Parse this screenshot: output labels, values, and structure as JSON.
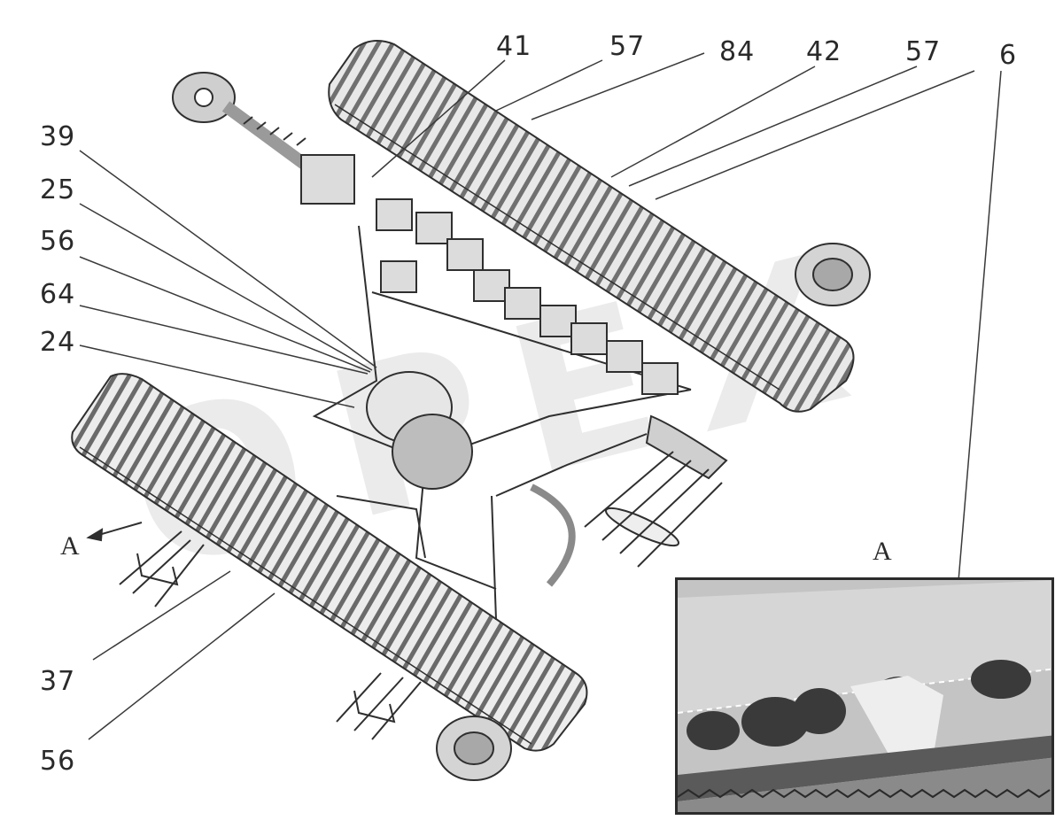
{
  "callouts": {
    "c41": "41",
    "c57a": "57",
    "c84": "84",
    "c42": "42",
    "c57b": "57",
    "c6": "6",
    "c39": "39",
    "c25": "25",
    "c56a": "56",
    "c64": "64",
    "c24": "24",
    "c37": "37",
    "c56b": "56"
  },
  "view_labels": {
    "arrow_label": "A",
    "inset_label": "A"
  },
  "watermark": "OPEX",
  "colors": {
    "line": "#2f2f2f",
    "shade": "#9a9a9a",
    "track": "#6d6d6d",
    "inset_bg": "#bdbdbd"
  }
}
